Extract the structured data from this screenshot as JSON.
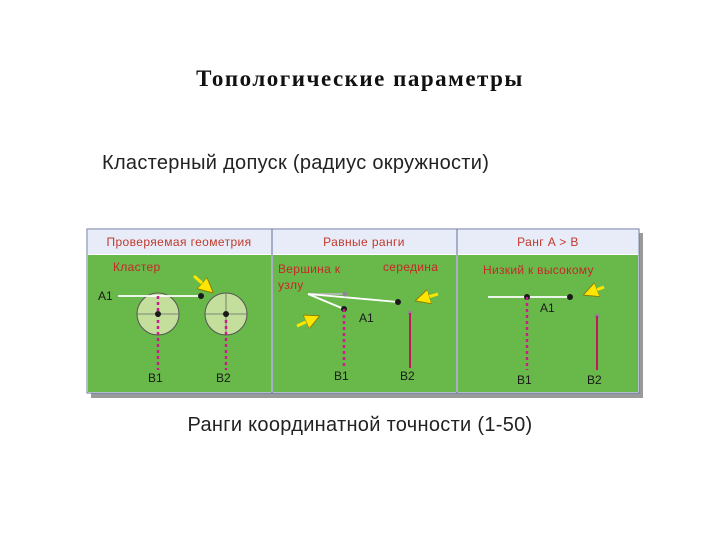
{
  "title": "Топологические параметры",
  "subtitle": "Кластерный допуск (радиус окружности)",
  "caption": "Ранги координатной точности (1-50)",
  "table": {
    "headers": [
      "Проверяемая геометрия",
      "Равные ранги",
      "Ранг A > B"
    ],
    "panel1": {
      "label": "Кластер",
      "a1": "A1",
      "b1": "B1",
      "b2": "B2"
    },
    "panel2": {
      "vertex_line1": "Вершина к",
      "vertex_line2": "узлу",
      "midpoint": "середина",
      "a1": "A1",
      "b1": "B1",
      "b2": "B2"
    },
    "panel3": {
      "label": "Низкий к высокому",
      "a1": "A1",
      "b1": "B1",
      "b2": "B2"
    }
  },
  "colors": {
    "panel_green": "#69b84a",
    "header_bg": "#e8ecf8",
    "label_red": "#c62828",
    "b1_line": "#cc1c8c",
    "b2_line": "#c2185b",
    "arrow_yellow": "#ffe600",
    "circle_fill": "#c4df9c"
  }
}
